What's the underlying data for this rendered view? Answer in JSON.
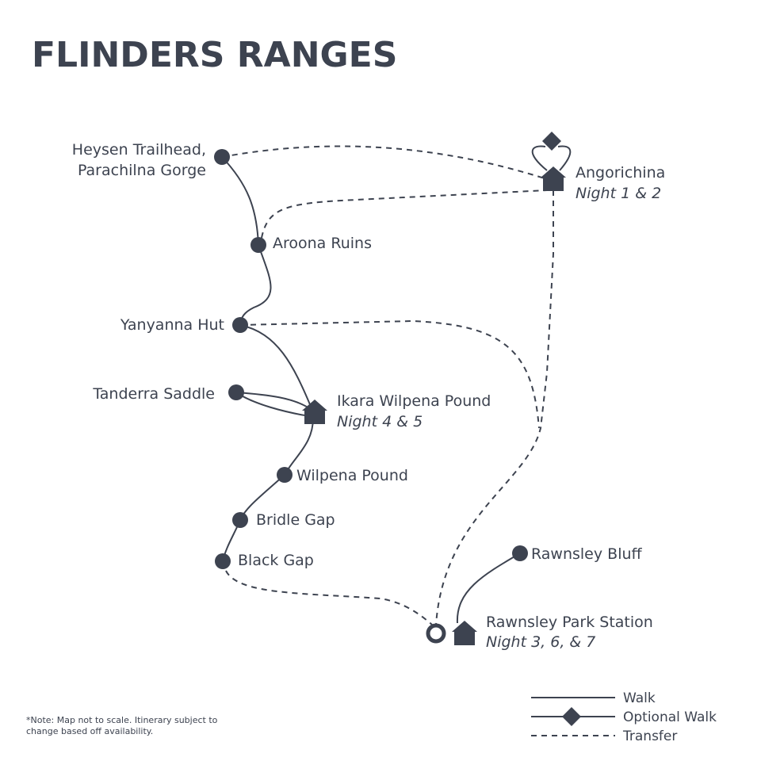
{
  "title": "FLINDERS RANGES",
  "places": {
    "heysen": [
      "Heysen Trailhead,",
      "Parachilna Gorge"
    ],
    "aroona": "Aroona Ruins",
    "yanyanna": "Yanyanna Hut",
    "tanderra": "Tanderra Saddle",
    "ikara": {
      "name": "Ikara Wilpena Pound",
      "nights": "Night 4 & 5"
    },
    "wilpena": "Wilpena Pound",
    "bridle": "Bridle Gap",
    "black": "Black Gap",
    "angorichina": {
      "name": "Angorichina",
      "nights": "Night 1 & 2"
    },
    "rawnsley_bluff": "Rawnsley Bluff",
    "rawnsley_park": {
      "name": "Rawnsley Park Station",
      "nights": "Night 3, 6, & 7"
    }
  },
  "legend": {
    "walk": "Walk",
    "optional": "Optional Walk",
    "transfer": "Transfer"
  },
  "note": [
    "*Note: Map not to scale. Itinerary subject to",
    "change based off availability."
  ],
  "colors": {
    "ink": "#3d4350"
  }
}
